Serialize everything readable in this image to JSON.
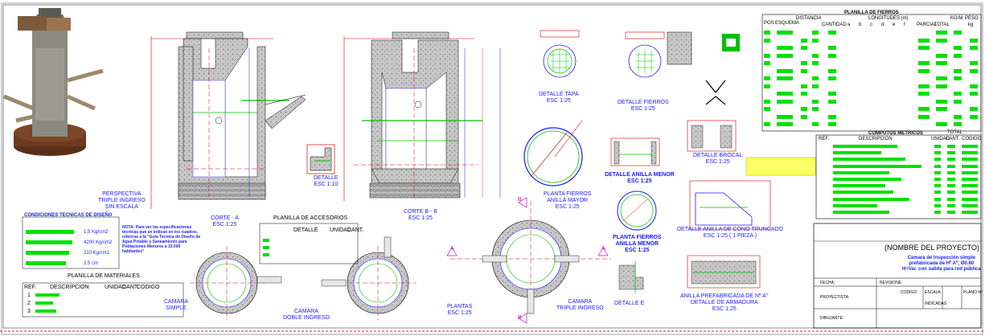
{
  "drawing": {
    "perspective_label": [
      "PERSPECTIVA",
      "TRIPLE INGRESO",
      "SIN ESCALA"
    ],
    "section_a": [
      "CORTE - A",
      "ESC 1:25"
    ],
    "section_b": [
      "CORTE B - B",
      "ESC 1:25"
    ],
    "detail_1": [
      "DETALLE",
      "ESC 1:10"
    ],
    "detail_tapa": [
      "DETALLE TAPA",
      "ESC 1:25"
    ],
    "detail_fierros": [
      "DETALLE FIERROS",
      "ESC 1:25"
    ],
    "detail_anilla_menor": [
      "DETALLE ANILLA MENOR",
      "ESC 1:25"
    ],
    "detail_brocal": [
      "DETALLE BROCAL",
      "ESC 1:25"
    ],
    "planta_fierros_mayor": [
      "PLANTA FIERROS",
      "ANILLA MAYOR",
      "ESC 1:25"
    ],
    "planta_fierros_menor": [
      "PLANTA FIERROS",
      "ANILLA MENOR",
      "ESC 1:25"
    ],
    "detail_cono": [
      "DETALLE ANILLA DE CONO TRUNCADO",
      "ESC 1:25 ( 1 PIEZA )"
    ],
    "detail_e": [
      "DETALLE E"
    ],
    "anilla_prefab": [
      "ANILLA PREFABRICADA DE Nº A°",
      "DETALLE DE ARMADURA",
      "ESC 1:25"
    ],
    "camara_simple": [
      "CAMARA",
      "SIMPLE"
    ],
    "camara_doble": [
      "CAMARA",
      "DOBLE INGRESO"
    ],
    "plantas": [
      "PLANTAS",
      "ESC 1:25"
    ],
    "camara_triple": [
      "CAMARA",
      "TRIPLE INGRESO"
    ],
    "markers": {
      "a": "A",
      "b": "B"
    },
    "design": {
      "title": "CONDICIONES TECNICAS DE DISEÑO",
      "rows": [
        "1,5 Kg/cm2",
        "4200 Kg/cm2",
        "210 Kg/cm2",
        "2.5 cm"
      ]
    },
    "note": "NOTA: Para ver las especificaciones técnicas que se indican en los cuadros, referirse a la \"Guía Técnica de Diseño de Agua Potable y Saneamiento para Poblaciones Menores a 10.000 habitantes\"",
    "accesorios": {
      "title": "PLANILLA DE ACCESORIOS",
      "h_detalle": "DETALLE",
      "h_unidad": "UNIDAD",
      "h_cant": "CANT."
    },
    "materiales": {
      "title": "PLANILLA DE MATERIALES",
      "h_ref": "REF.",
      "h_desc": "DESCRIPCION",
      "h_unidad": "UNIDAD",
      "h_cant": "CANT.",
      "h_codigo": "CODIGO",
      "refs": [
        "1",
        "2",
        "3"
      ]
    },
    "fierros": {
      "title": "PLANILLA DE FIERROS",
      "h_pos": "POS",
      "h_esquema": "ESQUEMA",
      "h_dist": "DISTANCIA",
      "h_long": "LONGITUDES (m)",
      "h_kg": "KG/M",
      "h_peso": "PESO",
      "h_kg2": "kg",
      "h_cant": "CANTIDAD",
      "h_parcial": "PARCIAL",
      "h_total": "TOTAL",
      "cols": [
        "a",
        "b",
        "c",
        "d",
        "e",
        "f"
      ]
    },
    "computos": {
      "title": "COMPUTOS METRICOS",
      "h_ref": "REF.",
      "h_desc": "DESCRIPCION",
      "h_unidad": "UNIDAD",
      "h_cant": "CANT.",
      "h_codigo": "CODIGO",
      "total": "TOTAL"
    },
    "titleblock": {
      "project": "(NOMBRE DEL PROYECTO)",
      "subtitle": [
        "Cámara de Inspección simple",
        "prefabricada de Hº Aº; Ø0.60",
        "H=Var. con salida para red pública"
      ],
      "fecha": "FECHA:",
      "revisione": "REVISIONE",
      "proyectista": "PROYECTISTA:",
      "codigo": "CODIGO",
      "escala": "ESCALA",
      "plano": "PLANO Nº",
      "indicadas": "INDICADAS",
      "dibujante": "DIBUJANTE:"
    }
  }
}
